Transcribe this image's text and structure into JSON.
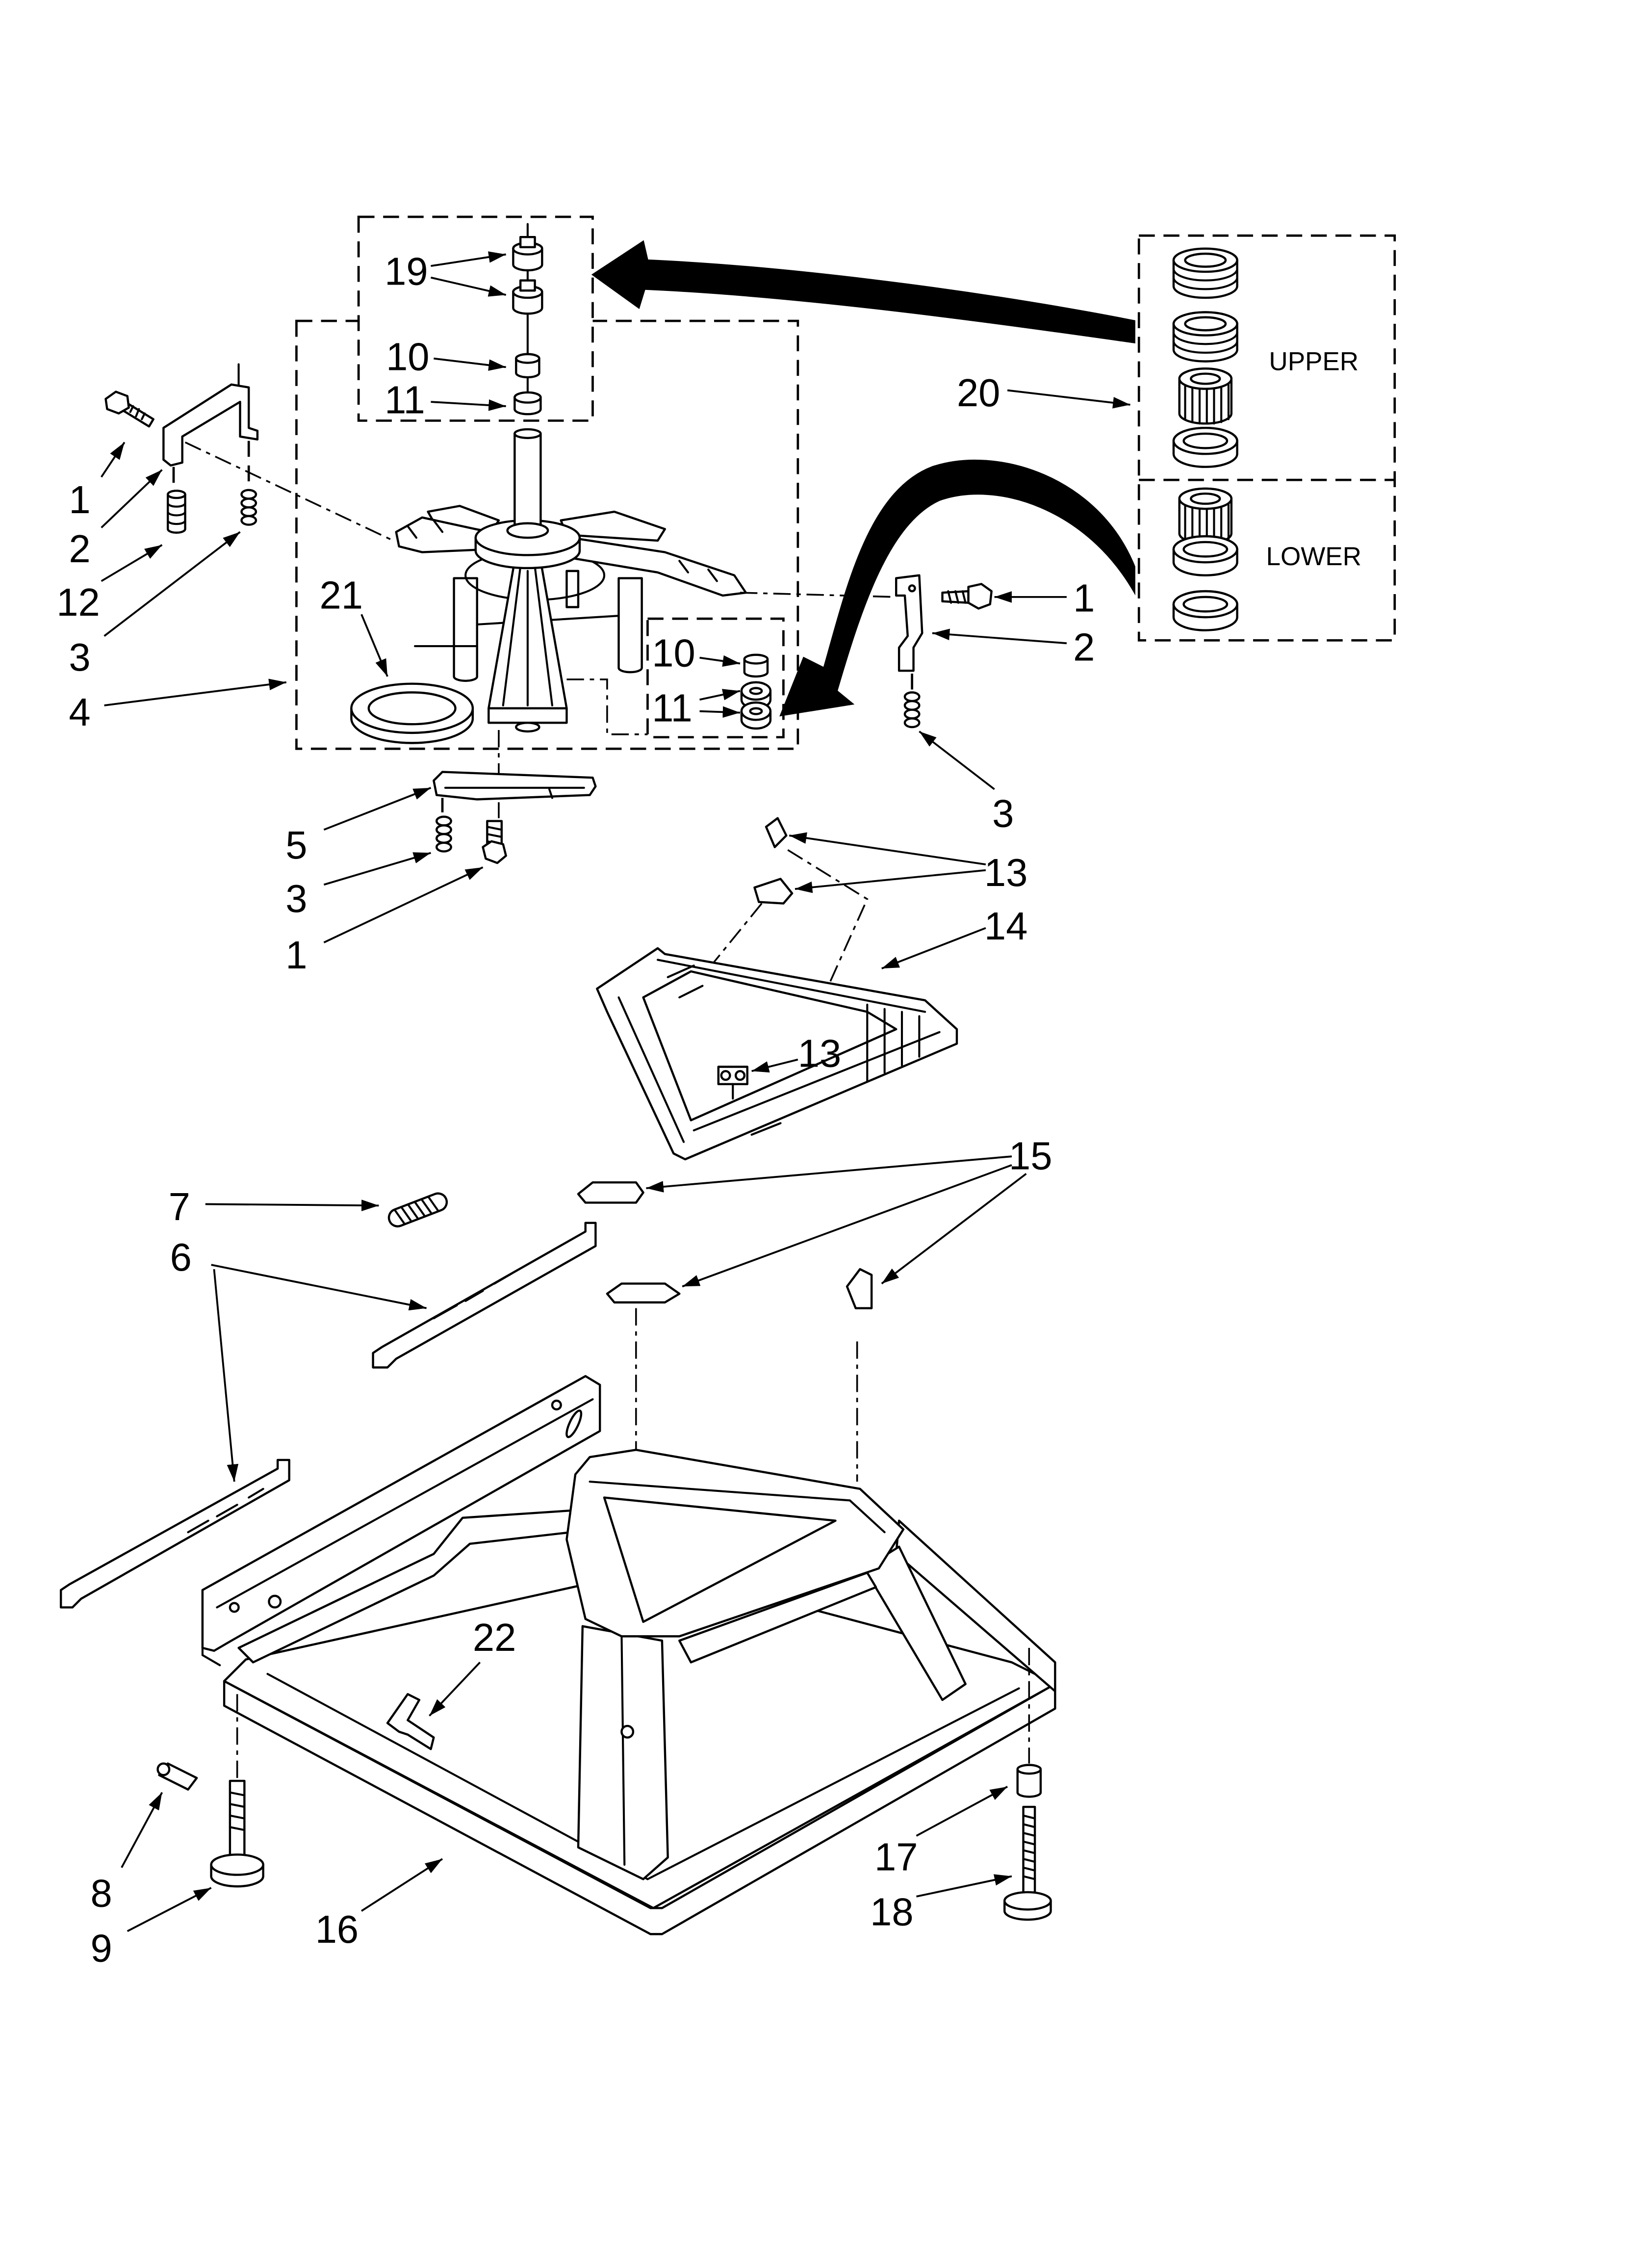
{
  "callouts": [
    "19",
    "10",
    "11",
    "1",
    "2",
    "12",
    "3",
    "4",
    "21",
    "10",
    "11",
    "1",
    "2",
    "3",
    "20",
    "5",
    "3",
    "1",
    "13",
    "14",
    "13",
    "15",
    "7",
    "6",
    "22",
    "8",
    "9",
    "16",
    "17",
    "18"
  ],
  "kit_labels": {
    "upper": "UPPER",
    "lower": "LOWER"
  }
}
